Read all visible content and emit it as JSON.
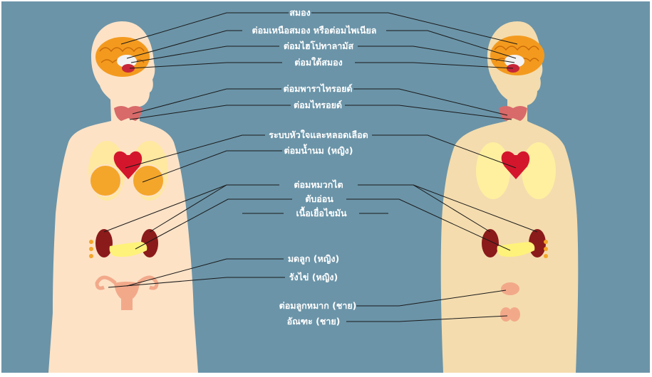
{
  "labels": {
    "brain": "สมอง",
    "adrenal_pineal": "ต่อมเหนือสมอง หรือต่อมไพเนียล",
    "hypothalamus": "ต่อมไฮโปทาลามัส",
    "pituitary": "ต่อมใต้สมอง",
    "parathyroid": "ต่อมพาราไทรอยด์",
    "thyroid": "ต่อมไทรอยด์",
    "heart": "ระบบหัวใจและหลอดเลือด",
    "mammary": "ต่อมน้ำนม (หญิง)",
    "adrenal": "ต่อมหมวกไต",
    "pancreas": "ตับอ่อน",
    "adipose": "เนื้อเยื่อไขมัน",
    "uterus": "มดลูก (หญิง)",
    "ovary": "รังไข่ (หญิง)",
    "prostate": "ต่อมลูกหมาก (ชาย)",
    "testis": "อัณฑะ (ชาย)"
  },
  "figures": {
    "female": "female-body",
    "male": "male-body"
  },
  "colors": {
    "background": "#6b94a8",
    "female_skin": "#fde2c6",
    "male_skin": "#f4dcae",
    "brain": "#f39a1e",
    "heart": "#d4162c",
    "lung": "#ffe8a0",
    "kidney": "#8b1a1a",
    "pancreas": "#fff27a",
    "uterus": "#f2a98a"
  }
}
